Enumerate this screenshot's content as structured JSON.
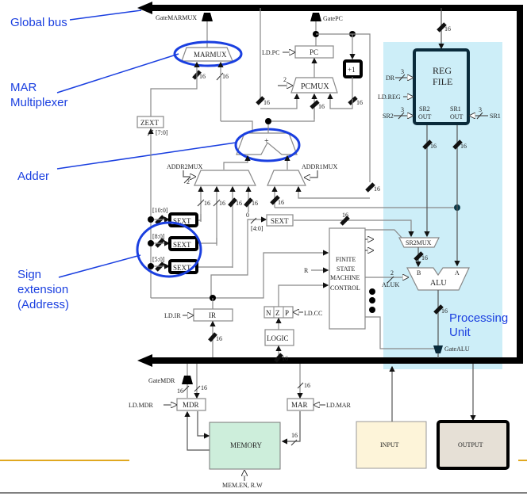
{
  "annotations": {
    "global_bus": "Global bus",
    "mar_mux_line1": "MAR",
    "mar_mux_line2": "Multiplexer",
    "adder": "Adder",
    "sign_ext_line1": "Sign",
    "sign_ext_line2": "extension",
    "sign_ext_line3": "(Address)",
    "processing_unit_line1": "Processing",
    "processing_unit_line2": "Unit"
  },
  "components": {
    "gate_marmux": "GateMARMUX",
    "gate_pc": "GatePC",
    "marmux": "MARMUX",
    "pc": "PC",
    "ld_pc": "LD.PC",
    "plus_one": "+1",
    "pcmux": "PCMUX",
    "pcmux_sel_width": "2",
    "zext": "ZEXT",
    "zext_bits": "[7:0]",
    "adder_symbol": "+",
    "addr2mux": "ADDR2MUX",
    "addr2mux_sel_width": "2",
    "addr1mux": "ADDR1MUX",
    "sext_10": "SEXT",
    "sext_8": "SEXT",
    "sext_5": "SEXT",
    "sext_4": "SEXT",
    "bits_10_0": "[10:0]",
    "bits_8_0": "[8:0]",
    "bits_5_0": "[5:0]",
    "bits_4_0": "[4:0]",
    "zero": "0",
    "reg_file_line1": "REG",
    "reg_file_line2": "FILE",
    "dr": "DR",
    "ld_reg": "LD.REG",
    "sr2": "SR2",
    "sr1": "SR1",
    "sr2_out_line1": "SR2",
    "sr2_out_line2": "OUT",
    "sr1_out_line1": "SR1",
    "sr1_out_line2": "OUT",
    "width_3": "3",
    "fsm_line1": "FINITE",
    "fsm_line2": "STATE",
    "fsm_line3": "MACHINE",
    "fsm_line4": "CONTROL",
    "r_input": "R",
    "sr2mux": "SR2MUX",
    "alu": "ALU",
    "alu_b": "B",
    "alu_a": "A",
    "aluk": "ALUK",
    "aluk_width": "2",
    "gate_alu": "GateALU",
    "ir": "IR",
    "ld_ir": "LD.IR",
    "n": "N",
    "z": "Z",
    "p": "P",
    "ld_cc": "LD.CC",
    "logic": "LOGIC",
    "gate_mdr": "GateMDR",
    "mdr": "MDR",
    "ld_mdr": "LD.MDR",
    "mar": "MAR",
    "ld_mar": "LD.MAR",
    "memory": "MEMORY",
    "mem_ctrl": "MEM.EN, R.W",
    "input": "INPUT",
    "output": "OUTPUT",
    "bus_width": "16"
  },
  "colors": {
    "annotation_blue": "#1a3fe0",
    "processing_unit_bg": "#cdeef8",
    "memory_bg": "#cdeedb",
    "input_bg": "#fdf4d9",
    "output_bg": "#e6e0d6",
    "accent_line": "#e0a820"
  }
}
